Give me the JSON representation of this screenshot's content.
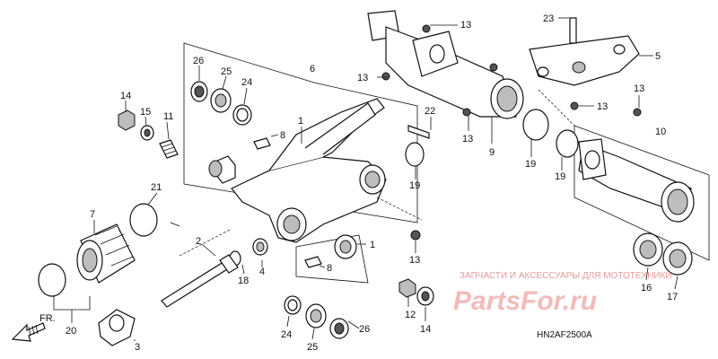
{
  "diagram": {
    "part_numbers": {
      "p1": "1",
      "p2": "2",
      "p3": "3",
      "p4": "4",
      "p5": "5",
      "p6": "6",
      "p7": "7",
      "p8": "8",
      "p9": "9",
      "p10": "10",
      "p11": "11",
      "p12": "12",
      "p13": "13",
      "p14": "14",
      "p15": "15",
      "p16": "16",
      "p17": "17",
      "p18": "18",
      "p19": "19",
      "p20": "20",
      "p21": "21",
      "p22": "22",
      "p23": "23",
      "p24": "24",
      "p25": "25",
      "p26": "26"
    },
    "front_arrow": "FR.",
    "code": "HN2AF2500A",
    "watermark": {
      "top_line": "ЗАПЧАСТИ И АКСЕССУАРЫ ДЛЯ МОТОТЕХНИКИ",
      "logo": "PartsFor.ru"
    }
  }
}
